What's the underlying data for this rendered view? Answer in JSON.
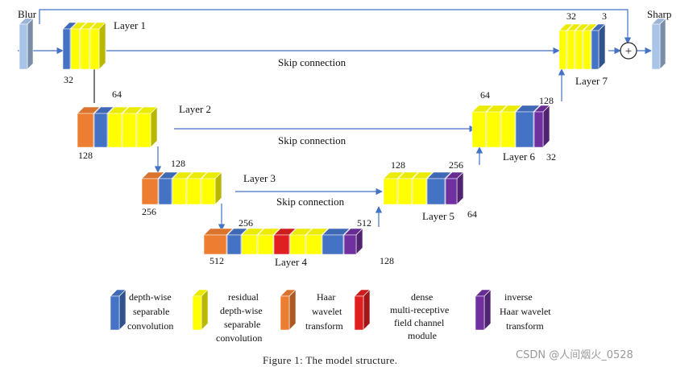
{
  "io": {
    "input_label": "Blur",
    "output_label": "Sharp"
  },
  "layers": {
    "layer1": "Layer 1",
    "layer2": "Layer 2",
    "layer3": "Layer 3",
    "layer4": "Layer 4",
    "layer5": "Layer 5",
    "layer6": "Layer 6",
    "layer7": "Layer 7"
  },
  "skip_label": "Skip connection",
  "channels": {
    "l1_bottom": "32",
    "l2_top": "64",
    "l2_bottom": "128",
    "l3_top": "128",
    "l3_bottom": "256",
    "l4_top": "256",
    "l4_bottom": "512",
    "l4_right_top": "512",
    "l4_right_bottom": "128",
    "l5_top": "128",
    "l5_right_top": "256",
    "l5_right_bottom": "64",
    "l6_top": "64",
    "l6_right_top": "128",
    "l6_right_bottom": "32",
    "l7_top_left": "32",
    "l7_top_right": "3"
  },
  "plus_symbol": "+",
  "legend": {
    "depthwise": [
      "depth-wise",
      "separable",
      "convolution"
    ],
    "residual": [
      "residual",
      "depth-wise",
      "separable",
      "convolution"
    ],
    "haar": [
      "Haar",
      "wavelet",
      "transform"
    ],
    "dense": [
      "dense",
      "multi-receptive",
      "field channel",
      "module"
    ],
    "inverse": [
      "inverse",
      "Haar wavelet",
      "transform"
    ]
  },
  "caption": "Figure 1: The model structure.",
  "watermark": "CSDN @人间烟火_0528",
  "colors": {
    "depthwise": "#4472c4",
    "residual": "#ffff00",
    "haar": "#ed7d31",
    "dense": "#e02020",
    "inverse": "#7030a0",
    "io": "#a9c4e8",
    "line": "#4472c4"
  }
}
